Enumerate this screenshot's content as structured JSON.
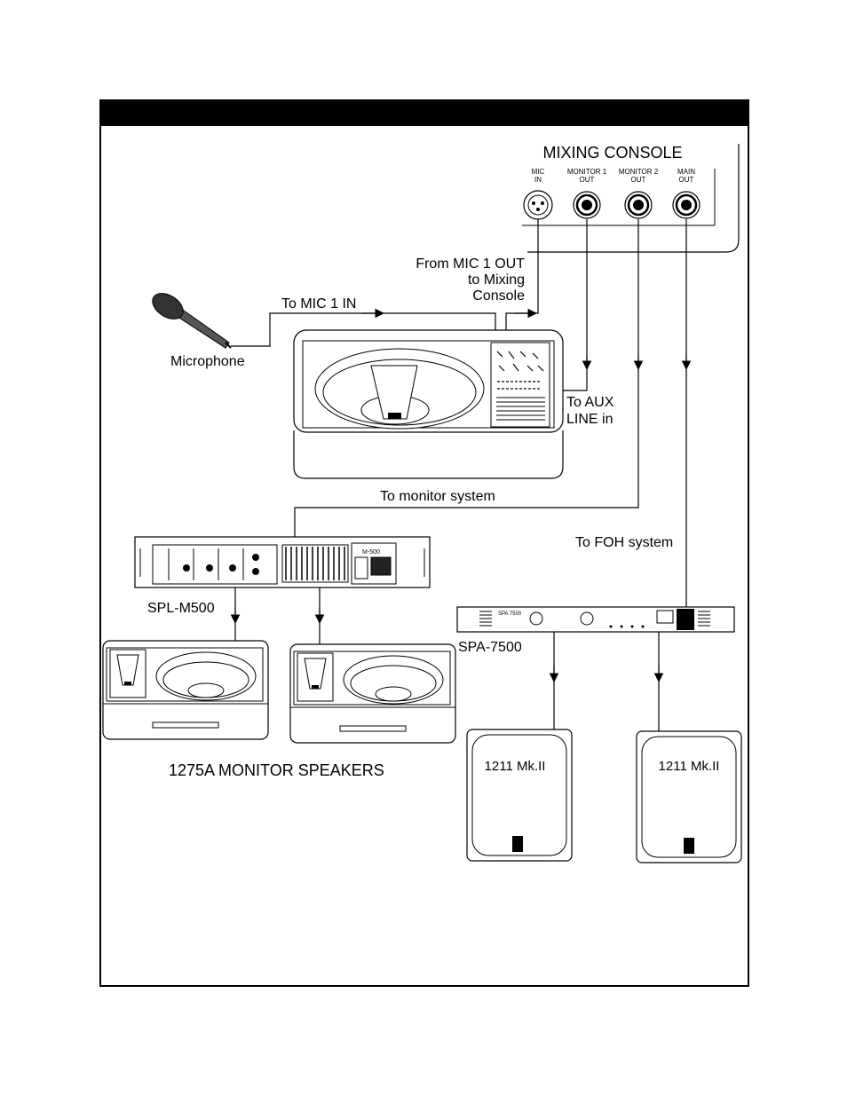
{
  "mixing_console": {
    "title": "MIXING CONSOLE",
    "ports": [
      {
        "line1": "MIC",
        "line2": "IN"
      },
      {
        "line1": "MONITOR 1",
        "line2": "OUT"
      },
      {
        "line1": "MONITOR 2",
        "line2": "OUT"
      },
      {
        "line1": "MAIN",
        "line2": "OUT"
      }
    ]
  },
  "labels": {
    "from_mic_out": [
      "From MIC 1 OUT",
      "to Mixing",
      "Console"
    ],
    "to_mic_in": "To MIC 1 IN",
    "microphone": "Microphone",
    "to_aux": [
      "To AUX",
      "LINE in"
    ],
    "to_monitor_system": "To monitor system",
    "to_foh_system": "To FOH system",
    "spl_m500": "SPL-M500",
    "spa_7500": "SPA-7500",
    "monitor_speakers": "1275A MONITOR SPEAKERS"
  },
  "devices": {
    "m500_badge": "M-500",
    "spa_badge": "SPA 7500"
  },
  "speakers": [
    {
      "model": "1211 Mk.II"
    },
    {
      "model": "1211 Mk.II"
    }
  ]
}
